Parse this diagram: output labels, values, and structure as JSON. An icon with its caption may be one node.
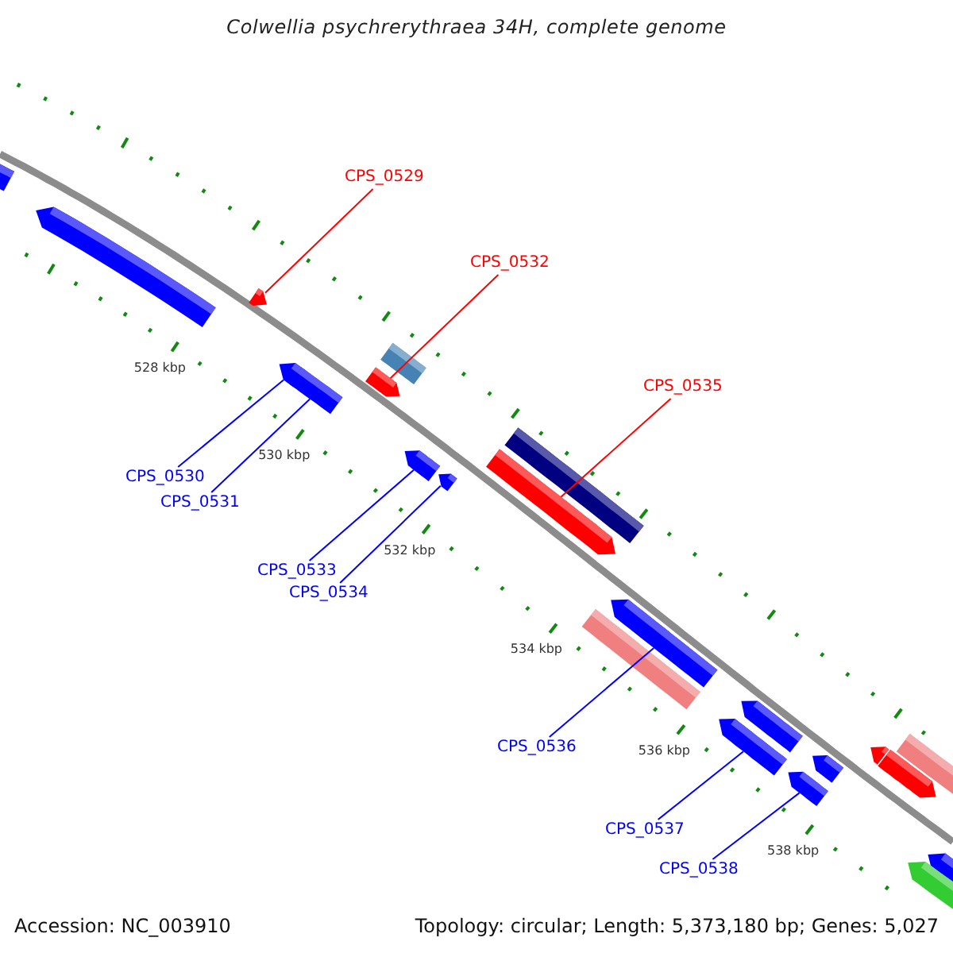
{
  "diagram": {
    "title": "Colwellia psychrerythraea 34H, complete genome",
    "nodes": [
      {
        "text": [],
        "shape": "bar"
      },
      {
        "text": [
          "CPS_0529"
        ]
      },
      {
        "text": [],
        "shape": "bar"
      },
      {
        "text": [
          "CPS_0532"
        ]
      },
      {
        "text": [],
        "shape": "bar"
      },
      {
        "text": [],
        "shape": "bar"
      },
      {
        "text": [],
        "shape": "bar"
      },
      {
        "text": [],
        "shape": "bar"
      },
      {
        "text": [],
        "shape": "bar"
      },
      {
        "text": [
          "CPS_0535"
        ]
      },
      {
        "text": [],
        "shape": "bar"
      },
      {
        "text": [],
        "shape": "bar"
      },
      {
        "text": [],
        "shape": "bar"
      },
      {
        "text": [],
        "shape": "bar"
      },
      {
        "text": [
          "CPS_0530"
        ]
      },
      {
        "text": [
          "CPS_0531"
        ]
      },
      {
        "text": [
          "CPS_0533"
        ]
      },
      {
        "text": [
          "CPS_0534"
        ]
      },
      {
        "text": [],
        "shape": "bar"
      },
      {
        "text": [],
        "shape": "bar"
      },
      {
        "text": [],
        "shape": "bar"
      },
      {
        "text": [],
        "shape": "bar"
      },
      {
        "text": [],
        "shape": "bar"
      },
      {
        "text": [
          "CPS_0536"
        ]
      },
      {
        "text": [],
        "shape": "bar"
      },
      {
        "text": [],
        "shape": "bar"
      },
      {
        "text": [],
        "shape": "bar"
      },
      {
        "text": [],
        "shape": "bar"
      },
      {
        "text": [
          "CPS_0537"
        ]
      },
      {
        "text": [],
        "shape": "bar"
      },
      {
        "text": [],
        "shape": "bar"
      },
      {
        "text": [
          "CPS_0538"
        ]
      }
    ],
    "edges": [
      {
        "from": 1,
        "to": 4,
        "arrow": "none",
        "color": "#ff0000"
      },
      {
        "from": 3,
        "to": 8,
        "arrow": "none",
        "color": "#ff0000"
      },
      {
        "from": 9,
        "to": 12,
        "arrow": "none",
        "color": "#ff0000"
      },
      {
        "from": 14,
        "to": 6,
        "arrow": "none"
      },
      {
        "from": 15,
        "to": 7,
        "arrow": "none"
      },
      {
        "from": 16,
        "to": 11,
        "arrow": "none"
      },
      {
        "from": 17,
        "to": 13,
        "arrow": "none"
      },
      {
        "from": 23,
        "to": 18,
        "arrow": "none"
      },
      {
        "from": 28,
        "to": 21,
        "arrow": "none"
      },
      {
        "from": 31,
        "to": 27,
        "arrow": "none"
      }
    ],
    "labels": [
      "528 kbp",
      "530 kbp",
      "532 kbp",
      "534 kbp",
      "536 kbp",
      "538 kbp",
      "Accession: NC_003910",
      "Topology: circular; Length: 5,373,180 bp; Genes: 5,027"
    ]
  }
}
